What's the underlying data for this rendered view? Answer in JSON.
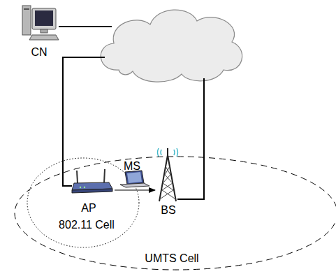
{
  "diagram": {
    "nodes": [
      {
        "text": [
          "CN"
        ]
      },
      {
        "text": [
          "UMTS Cell"
        ]
      },
      {
        "text": [
          "802.11 Cell"
        ],
        "in": 1
      },
      {
        "text": [
          "MS"
        ],
        "in": 2
      },
      {
        "text": [
          "AP"
        ],
        "in": 2
      },
      {
        "text": [
          "BS"
        ],
        "in": 1
      }
    ],
    "edges": [
      {
        "from": 4,
        "to": 5,
        "arrow": "to"
      }
    ]
  }
}
